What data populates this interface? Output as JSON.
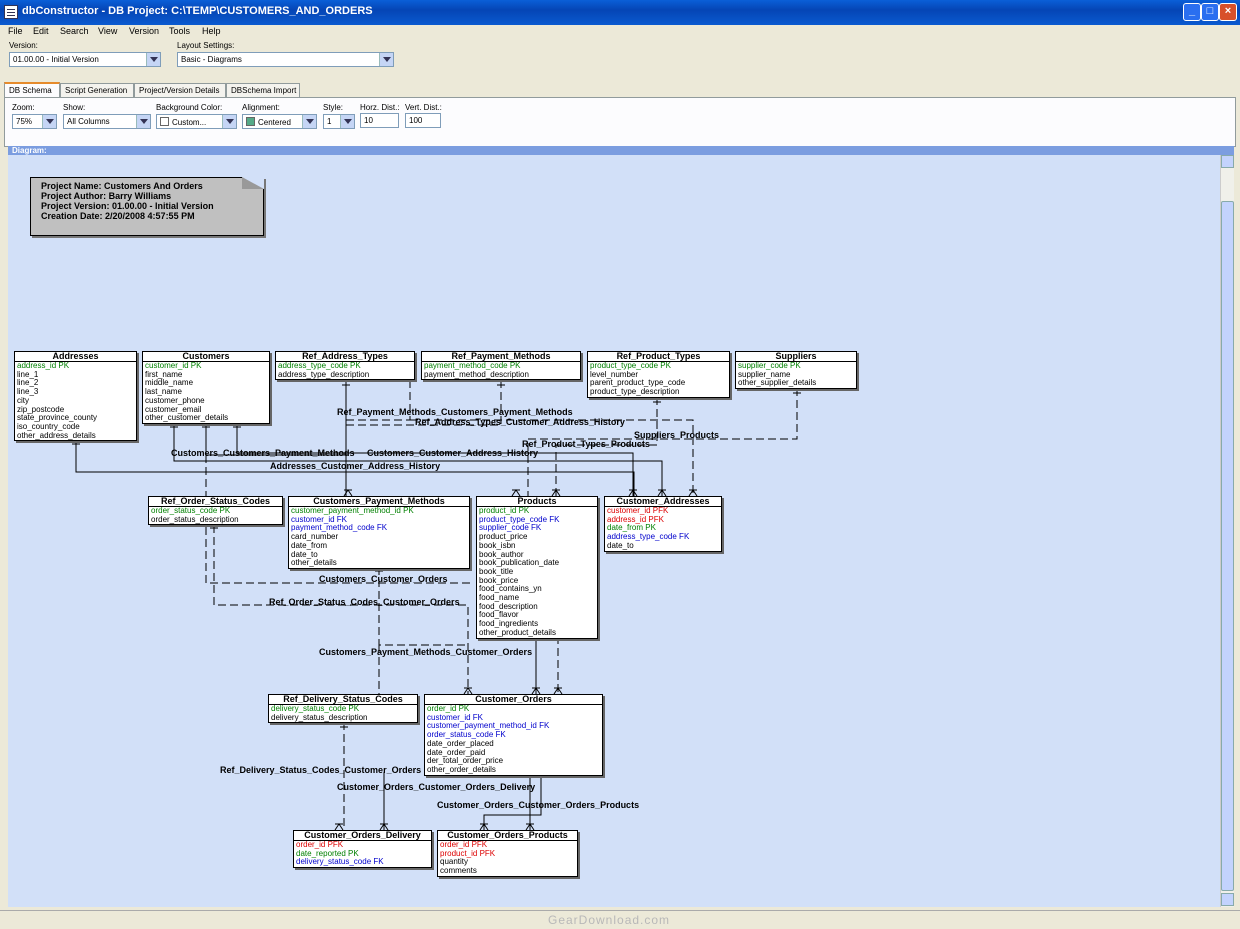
{
  "window": {
    "title": "dbConstructor - DB Project: C:\\TEMP\\CUSTOMERS_AND_ORDERS"
  },
  "menu": [
    "File",
    "Edit",
    "Search",
    "View",
    "Version",
    "Tools",
    "Help"
  ],
  "version": {
    "label": "Version:",
    "value": "01.00.00 - Initial Version"
  },
  "layout_settings": {
    "label": "Layout Settings:",
    "value": "Basic - Diagrams"
  },
  "tabs": [
    "DB Schema",
    "Script Generation",
    "Project/Version Details",
    "DBSchema Import"
  ],
  "toolbar": {
    "zoom": {
      "label": "Zoom:",
      "value": "75%"
    },
    "show": {
      "label": "Show:",
      "value": "All Columns"
    },
    "background_color": {
      "label": "Background Color:",
      "value": "Custom..."
    },
    "alignment": {
      "label": "Alignment:",
      "value": "Centered"
    },
    "style": {
      "label": "Style:",
      "value": "1"
    },
    "horz_dist": {
      "label": "Horz. Dist.:",
      "value": "10"
    },
    "vert_dist": {
      "label": "Vert. Dist.:",
      "value": "100"
    }
  },
  "diagram_header": "Diagram:",
  "project_note": [
    "Project Name:    Customers And Orders",
    "Project Author:  Barry Williams",
    "Project Version:  01.00.00 - Initial Version",
    "Creation Date:  2/20/2008 4:57:55 PM"
  ],
  "colors": {
    "pk": "#008000",
    "fk": "#0000cc",
    "pfk": "#dd0000",
    "field": "#000000",
    "canvas": "#d2e0f8"
  },
  "entities": [
    {
      "name": "Addresses",
      "fields": [
        [
          "address_id PK",
          "pk"
        ],
        [
          "line_1",
          "field"
        ],
        [
          "line_2",
          "field"
        ],
        [
          "line_3",
          "field"
        ],
        [
          "city",
          "field"
        ],
        [
          "zip_postcode",
          "field"
        ],
        [
          "state_province_county",
          "field"
        ],
        [
          "iso_country_code",
          "field"
        ],
        [
          "other_address_details",
          "field"
        ]
      ]
    },
    {
      "name": "Customers",
      "fields": [
        [
          "customer_id PK",
          "pk"
        ],
        [
          "first_name",
          "field"
        ],
        [
          "middle_name",
          "field"
        ],
        [
          "last_name",
          "field"
        ],
        [
          "customer_phone",
          "field"
        ],
        [
          "customer_email",
          "field"
        ],
        [
          "other_customer_details",
          "field"
        ]
      ]
    },
    {
      "name": "Ref_Address_Types",
      "fields": [
        [
          "address_type_code PK",
          "pk"
        ],
        [
          "address_type_description",
          "field"
        ]
      ]
    },
    {
      "name": "Ref_Payment_Methods",
      "fields": [
        [
          "payment_method_code PK",
          "pk"
        ],
        [
          "payment_method_description",
          "field"
        ]
      ]
    },
    {
      "name": "Ref_Product_Types",
      "fields": [
        [
          "product_type_code PK",
          "pk"
        ],
        [
          "level_number",
          "field"
        ],
        [
          "parent_product_type_code",
          "field"
        ],
        [
          "product_type_description",
          "field"
        ]
      ]
    },
    {
      "name": "Suppliers",
      "fields": [
        [
          "supplier_code PK",
          "pk"
        ],
        [
          "supplier_name",
          "field"
        ],
        [
          "other_supplier_details",
          "field"
        ]
      ]
    },
    {
      "name": "Ref_Order_Status_Codes",
      "fields": [
        [
          "order_status_code PK",
          "pk"
        ],
        [
          "order_status_description",
          "field"
        ]
      ]
    },
    {
      "name": "Customers_Payment_Methods",
      "fields": [
        [
          "customer_payment_method_id PK",
          "pk"
        ],
        [
          "customer_id FK",
          "fk"
        ],
        [
          "payment_method_code FK",
          "fk"
        ],
        [
          "card_number",
          "field"
        ],
        [
          "date_from",
          "field"
        ],
        [
          "date_to",
          "field"
        ],
        [
          "other_details",
          "field"
        ]
      ]
    },
    {
      "name": "Products",
      "fields": [
        [
          "product_id PK",
          "pk"
        ],
        [
          "product_type_code FK",
          "fk"
        ],
        [
          "supplier_code FK",
          "fk"
        ],
        [
          "product_price",
          "field"
        ],
        [
          "book_isbn",
          "field"
        ],
        [
          "book_author",
          "field"
        ],
        [
          "book_publication_date",
          "field"
        ],
        [
          "book_title",
          "field"
        ],
        [
          "book_price",
          "field"
        ],
        [
          "food_contains_yn",
          "field"
        ],
        [
          "food_name",
          "field"
        ],
        [
          "food_description",
          "field"
        ],
        [
          "food_flavor",
          "field"
        ],
        [
          "food_ingredients",
          "field"
        ],
        [
          "other_product_details",
          "field"
        ]
      ]
    },
    {
      "name": "Customer_Addresses",
      "fields": [
        [
          "customer_id PFK",
          "pfk"
        ],
        [
          "address_id PFK",
          "pfk"
        ],
        [
          "date_from PK",
          "pk"
        ],
        [
          "address_type_code FK",
          "fk"
        ],
        [
          "date_to",
          "field"
        ]
      ]
    },
    {
      "name": "Ref_Delivery_Status_Codes",
      "fields": [
        [
          "delivery_status_code PK",
          "pk"
        ],
        [
          "delivery_status_description",
          "field"
        ]
      ]
    },
    {
      "name": "Customer_Orders",
      "fields": [
        [
          "order_id PK",
          "pk"
        ],
        [
          "customer_id FK",
          "fk"
        ],
        [
          "customer_payment_method_id FK",
          "fk"
        ],
        [
          "order_status_code FK",
          "fk"
        ],
        [
          "date_order_placed",
          "field"
        ],
        [
          "date_order_paid",
          "field"
        ],
        [
          "der_total_order_price",
          "field"
        ],
        [
          "other_order_details",
          "field"
        ]
      ]
    },
    {
      "name": "Customer_Orders_Delivery",
      "fields": [
        [
          "order_id PFK",
          "pfk"
        ],
        [
          "date_reported PK",
          "pk"
        ],
        [
          "delivery_status_code FK",
          "fk"
        ]
      ]
    },
    {
      "name": "Customer_Orders_Products",
      "fields": [
        [
          "order_id PFK",
          "pfk"
        ],
        [
          "product_id PFK",
          "pfk"
        ],
        [
          "quantity",
          "field"
        ],
        [
          "comments",
          "field"
        ]
      ]
    }
  ],
  "relationships": [
    "Ref_Payment_Methods_Customers_Payment_Methods",
    "Ref_Address_Types_Customer_Address_History",
    "Suppliers_Products",
    "Ref_Product_Types_Products",
    "Customers_Customers_Payment_Methods",
    "Customers_Customer_Address_History",
    "Addresses_Customer_Address_History",
    "Customers_Customer_Orders",
    "Ref_Order_Status_Codes_Customer_Orders",
    "Customers_Payment_Methods_Customer_Orders",
    "Ref_Delivery_Status_Codes_Customer_Orders",
    "Customer_Orders_Customer_Orders_Delivery",
    "Customer_Orders_Customer_Orders_Products"
  ],
  "watermark": "GearDownload.com"
}
